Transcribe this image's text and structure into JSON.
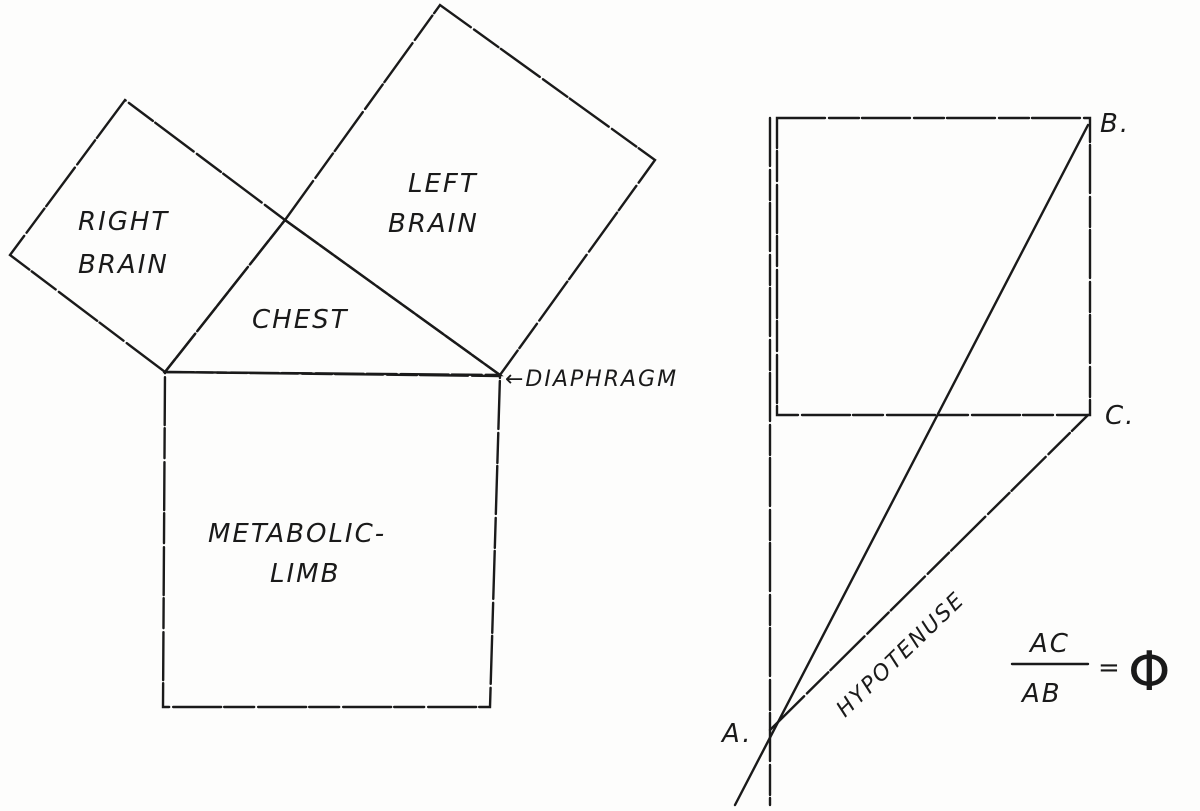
{
  "left_figure": {
    "right_brain": [
      "RIGHT",
      "BRAIN"
    ],
    "left_brain": [
      "LEFT",
      "BRAIN"
    ],
    "chest": "CHEST",
    "metabolic_limb": [
      "METABOLIC-",
      "LIMB"
    ],
    "diaphragm": "←DIAPHRAGM"
  },
  "right_figure": {
    "point_a": "A.",
    "point_b": "B.",
    "point_c": "C.",
    "hypotenuse": "HYPOTENUSE",
    "formula": {
      "numerator": "AC",
      "denominator": "AB",
      "equals": "=",
      "symbol": "Φ"
    }
  }
}
